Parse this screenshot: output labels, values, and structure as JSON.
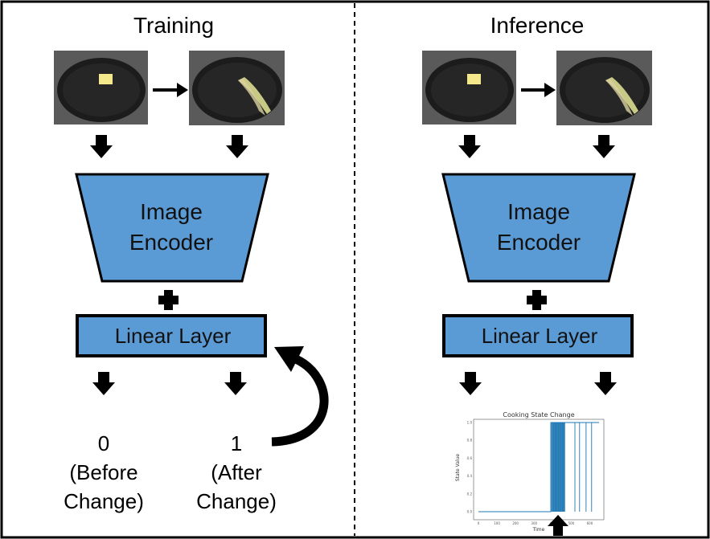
{
  "training": {
    "title": "Training",
    "encoder_label": [
      "Image",
      "Encoder"
    ],
    "linear_label": "Linear Layer",
    "outputs": [
      {
        "value": "0",
        "note_1": "(Before",
        "note_2": "Change)"
      },
      {
        "value": "1",
        "note_1": "(After",
        "note_2": "Change)"
      }
    ]
  },
  "inference": {
    "title": "Inference",
    "encoder_label": [
      "Image",
      "Encoder"
    ],
    "linear_label": "Linear Layer"
  },
  "colors": {
    "block_fill": "#5b9bd5",
    "block_stroke": "#000000",
    "plot_line": "#1f77b4"
  },
  "icons": {
    "pan_before": "frying-pan-butter-solid-image",
    "pan_after": "frying-pan-butter-melted-image",
    "arrow": "down-arrow-icon",
    "plus": "plus-icon",
    "feedback": "curved-feedback-arrow-icon"
  },
  "chart_data": {
    "type": "line",
    "title": "Cooking State Change",
    "xlabel": "Time",
    "ylabel": "State Value",
    "x_ticks": [
      "0",
      "100",
      "200",
      "300",
      "400",
      "500",
      "600"
    ],
    "y_ticks": [
      "0.0",
      "0.2",
      "0.4",
      "0.6",
      "0.8",
      "1.0"
    ],
    "xlim": [
      0,
      650
    ],
    "ylim": [
      0,
      1
    ],
    "state_segments": [
      {
        "start": 0,
        "end": 390,
        "value": 0
      },
      {
        "start": 390,
        "end": 650,
        "value": 1
      }
    ],
    "flicker_times": [
      395,
      405,
      412,
      418,
      425,
      432,
      438,
      445,
      452,
      458,
      465,
      520,
      545,
      580,
      610
    ]
  }
}
